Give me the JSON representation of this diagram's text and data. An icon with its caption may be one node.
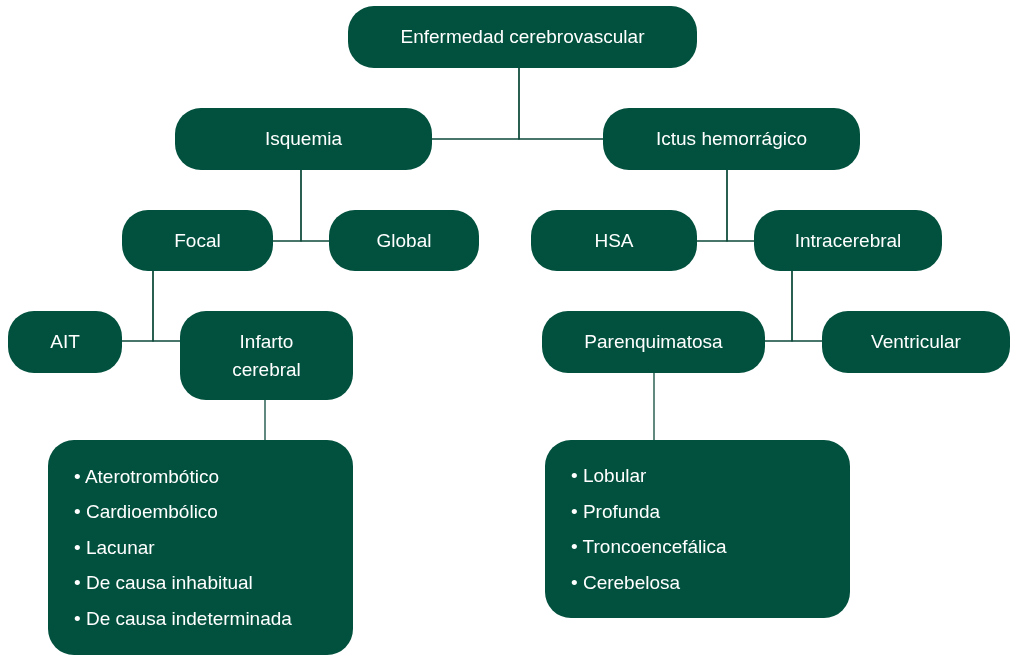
{
  "diagram": {
    "nodes": [
      {
        "text": [
          "Enfermedad cerebrovascular"
        ]
      },
      {
        "text": [
          "Isquemia"
        ]
      },
      {
        "text": [
          "Ictus hemorrágico"
        ]
      },
      {
        "text": [
          "Focal"
        ]
      },
      {
        "text": [
          "Global"
        ]
      },
      {
        "text": [
          "HSA"
        ]
      },
      {
        "text": [
          "Intracerebral"
        ]
      },
      {
        "text": [
          "AIT"
        ]
      },
      {
        "text": [
          "Infarto cerebral"
        ]
      },
      {
        "text": [
          "Parenquimatosa"
        ]
      },
      {
        "text": [
          "Ventricular"
        ]
      },
      {
        "text": [
          "• Aterotrombótico",
          "• Cardioembólico",
          "• Lacunar",
          "• De causa inhabitual",
          "• De causa indeterminada"
        ]
      },
      {
        "text": [
          "• Lobular",
          "• Profunda",
          "• Troncoencefálica",
          "• Cerebelosa"
        ]
      }
    ],
    "edges": [
      {
        "from": 0,
        "to": 1,
        "arrow": "none"
      },
      {
        "from": 0,
        "to": 2,
        "arrow": "none"
      },
      {
        "from": 1,
        "to": 3,
        "arrow": "none"
      },
      {
        "from": 1,
        "to": 4,
        "arrow": "none"
      },
      {
        "from": 2,
        "to": 5,
        "arrow": "none"
      },
      {
        "from": 2,
        "to": 6,
        "arrow": "none"
      },
      {
        "from": 3,
        "to": 7,
        "arrow": "none"
      },
      {
        "from": 3,
        "to": 8,
        "arrow": "none"
      },
      {
        "from": 6,
        "to": 9,
        "arrow": "none"
      },
      {
        "from": 6,
        "to": 10,
        "arrow": "none"
      },
      {
        "from": 8,
        "to": 11,
        "arrow": "none"
      },
      {
        "from": 9,
        "to": 12,
        "arrow": "none"
      }
    ]
  }
}
